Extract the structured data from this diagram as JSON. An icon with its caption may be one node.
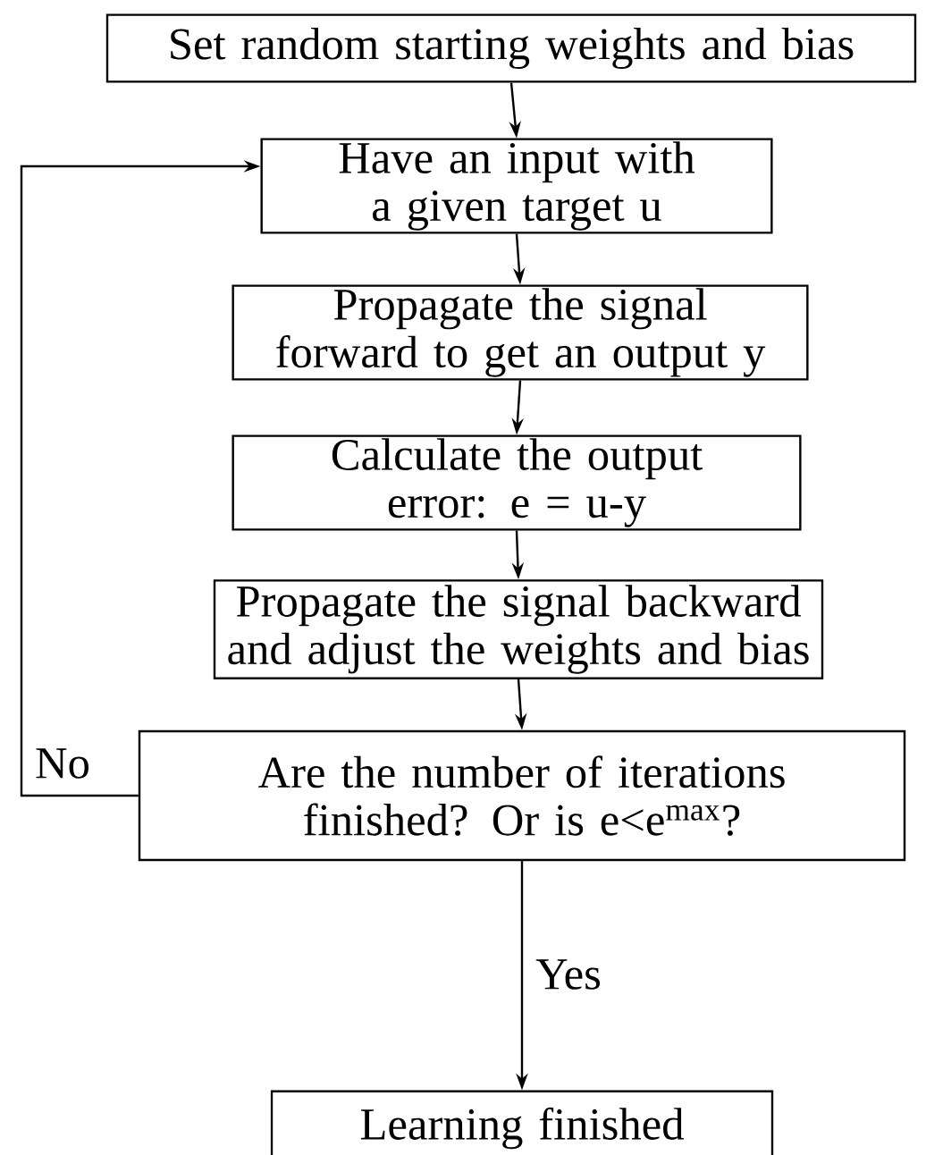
{
  "diagram": {
    "nodes": [
      {
        "text": [
          "Set random starting weights and bias"
        ]
      },
      {
        "text": [
          "Have an input with a given target u"
        ]
      },
      {
        "text": [
          "Propagate the signal forward to get an output y"
        ]
      },
      {
        "text": [
          "Calculate the output error: e = u-y"
        ]
      },
      {
        "text": [
          "Propagate the signal backward and adjust the weights and bias"
        ]
      },
      {
        "text": [
          "Are the number of iterations finished? Or is e<e$^{max}$?"
        ]
      },
      {
        "text": [
          "Learning finished"
        ]
      }
    ],
    "edges": [
      {
        "from": 0,
        "to": 1,
        "arrow": "to"
      },
      {
        "from": 1,
        "to": 2,
        "arrow": "to"
      },
      {
        "from": 2,
        "to": 3,
        "arrow": "to"
      },
      {
        "from": 3,
        "to": 4,
        "arrow": "to"
      },
      {
        "from": 4,
        "to": 5,
        "arrow": "to"
      },
      {
        "from": 5,
        "to": 6,
        "arrow": "to",
        "label": "Yes"
      },
      {
        "from": 5,
        "to": 1,
        "arrow": "to",
        "label": "No"
      }
    ]
  }
}
